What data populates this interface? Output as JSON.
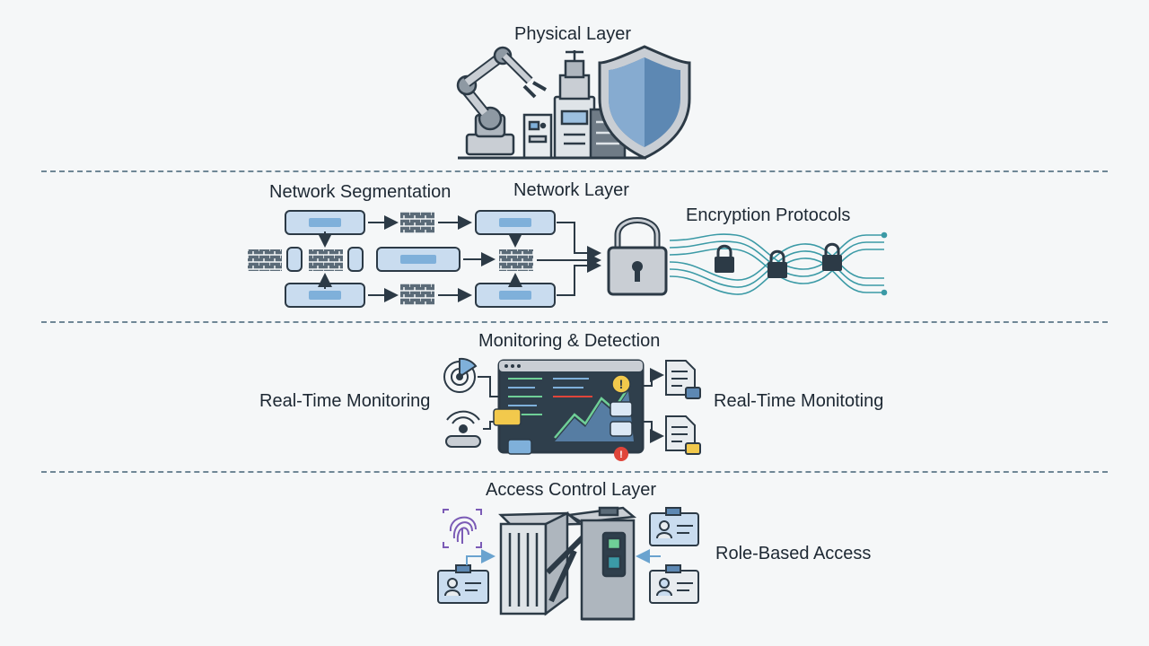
{
  "sections": {
    "physical": {
      "title": "Physical Layer"
    },
    "network": {
      "title": "Network Layer",
      "segmentation_label": "Network Segmentation",
      "encryption_label": "Encryption Protocols"
    },
    "monitoring": {
      "title": "Monitoring & Detection",
      "left_label": "Real-Time Monitoring",
      "right_label": "Real-Time Monitoting"
    },
    "access": {
      "title": "Access Control Layer",
      "role_label": "Role-Based Access"
    }
  },
  "icons": {
    "physical": [
      "robot-arm-icon",
      "industrial-machine-icon",
      "control-panel-icon",
      "server-rack-icon",
      "shield-icon"
    ],
    "network": [
      "network-node-icon",
      "firewall-icon",
      "padlock-icon",
      "encrypted-stream-icon"
    ],
    "monitoring": [
      "radar-icon",
      "sensor-icon",
      "dashboard-icon",
      "alert-icon",
      "document-icon"
    ],
    "access": [
      "fingerprint-icon",
      "id-badge-icon",
      "turnstile-icon"
    ]
  },
  "colors": {
    "background": "#f5f7f8",
    "stroke": "#2c3a46",
    "node_fill": "#c9dcef",
    "node_bar": "#7fb0da",
    "shield": "#5d88b3",
    "teal": "#3b9aa6",
    "warning": "#f2c94c",
    "danger": "#e0453a"
  }
}
